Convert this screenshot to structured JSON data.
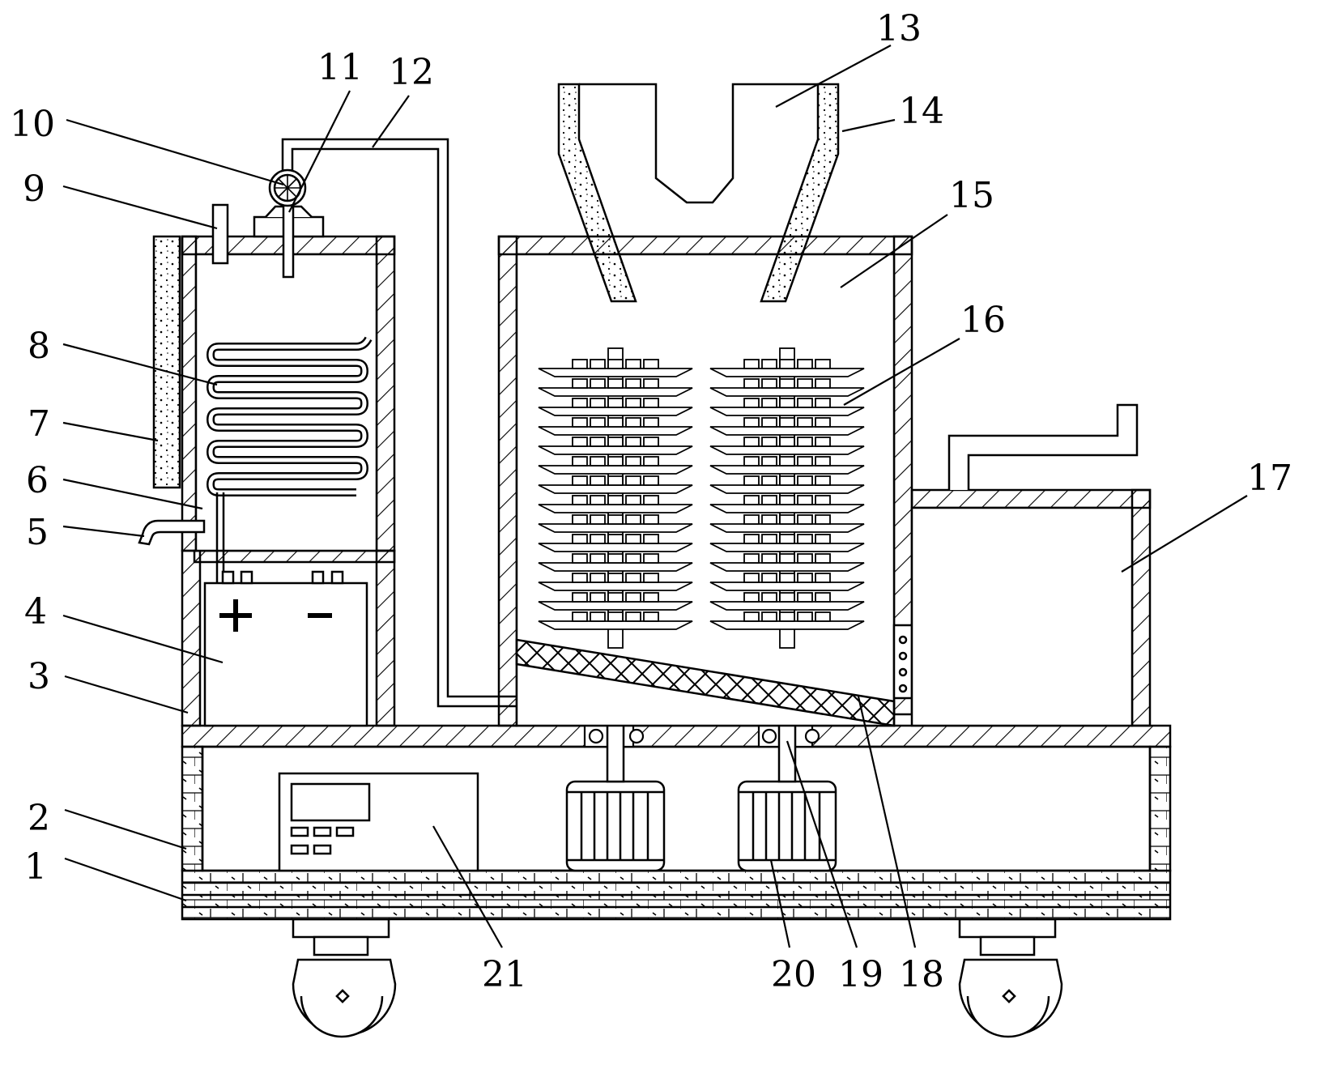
{
  "figure": {
    "labels": [
      "1",
      "2",
      "3",
      "4",
      "5",
      "6",
      "7",
      "8",
      "9",
      "10",
      "11",
      "12",
      "13",
      "14",
      "15",
      "16",
      "17",
      "18",
      "19",
      "20",
      "21"
    ]
  },
  "colors": {
    "line": "#000000",
    "background": "#ffffff",
    "fill": "#ffffff"
  }
}
